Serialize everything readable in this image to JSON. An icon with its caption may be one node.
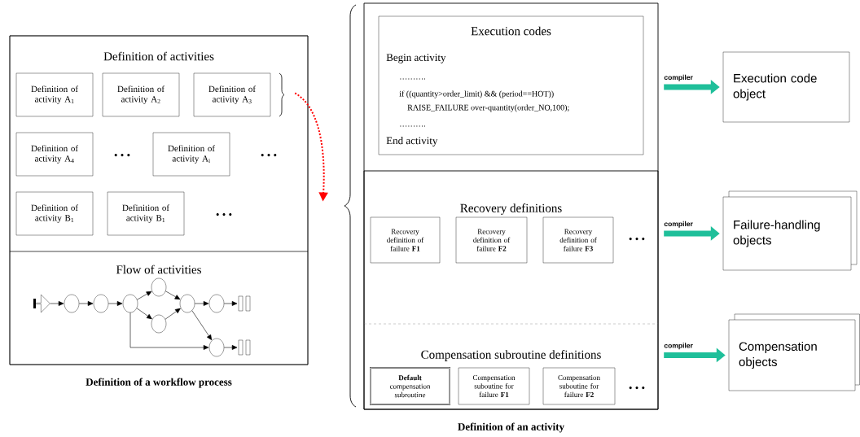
{
  "diagram": {
    "nodes": [
      {
        "text": [
          "Definition of a workflow process"
        ]
      },
      {
        "text": [
          "Definition of activities"
        ],
        "in": 0
      },
      {
        "text": [
          "Definition of activity A$_{1}$"
        ],
        "in": 1
      },
      {
        "text": [
          "Definition of activity A$_{2}$"
        ],
        "in": 1
      },
      {
        "text": [
          "Definition of activity A$_{3}$"
        ],
        "in": 1
      },
      {
        "text": [
          "Definition of activity A$_{4}$"
        ],
        "in": 1
      },
      {
        "text": [
          "Definition of activity A$_{i}$"
        ],
        "in": 1
      },
      {
        "text": [
          "Definition of activity B$_{1}$"
        ],
        "in": 1
      },
      {
        "text": [
          "Definition of activity B$_{1}$"
        ],
        "in": 1
      },
      {
        "text": [
          "Flow of activities"
        ],
        "in": 0
      },
      {
        "text": [],
        "shape": "arrow",
        "in": 9
      },
      {
        "text": [],
        "shape": "circle",
        "in": 9
      },
      {
        "text": [],
        "shape": "circle",
        "in": 9
      },
      {
        "text": [],
        "shape": "circle",
        "in": 9
      },
      {
        "text": [],
        "shape": "circle",
        "in": 9
      },
      {
        "text": [],
        "shape": "circle",
        "in": 9
      },
      {
        "text": [],
        "shape": "circle",
        "in": 9
      },
      {
        "text": [],
        "shape": "circle",
        "in": 9
      },
      {
        "text": [],
        "shape": "bar",
        "in": 9
      },
      {
        "text": [],
        "shape": "circle",
        "in": 9
      },
      {
        "text": [],
        "shape": "bar",
        "in": 9
      },
      {
        "text": [
          "Definition of an activity"
        ]
      },
      {
        "text": [
          "Execution codes",
          "Begin activity",
          "……….",
          "if ((quantity>order_limit) && (period==HOT))",
          "RAISE_FAILURE  over-quantity(order_NO,100);",
          "……….",
          "End activity"
        ],
        "in": 21
      },
      {
        "text": [
          "Recovery definitions"
        ],
        "in": 21
      },
      {
        "text": [
          "Recovery definition of failure **F1**"
        ],
        "in": 23
      },
      {
        "text": [
          "Recovery definition of failure **F2**"
        ],
        "in": 23
      },
      {
        "text": [
          "Recovery definition of failure **F3**"
        ],
        "in": 23
      },
      {
        "text": [
          "Compensation subroutine definitions"
        ],
        "in": 21
      },
      {
        "text": [
          "**Default** compensation subroutine"
        ],
        "in": 27
      },
      {
        "text": [
          "Compensation suboutine for failure **F1**"
        ],
        "in": 27
      },
      {
        "text": [
          "Compensation suboutine for failure **F2**"
        ],
        "in": 27
      },
      {
        "text": [
          "Execution code object"
        ]
      },
      {
        "text": [
          "Failure-handling objects"
        ]
      },
      {
        "text": [
          "Compensation objects"
        ]
      }
    ],
    "edges": [
      {
        "from": 10,
        "to": 11,
        "arrow": "to"
      },
      {
        "from": 11,
        "to": 12,
        "arrow": "to"
      },
      {
        "from": 12,
        "to": 13,
        "arrow": "to"
      },
      {
        "from": 13,
        "to": 14,
        "arrow": "to"
      },
      {
        "from": 13,
        "to": 15,
        "arrow": "to"
      },
      {
        "from": 14,
        "to": 16,
        "arrow": "to"
      },
      {
        "from": 15,
        "to": 16,
        "arrow": "to"
      },
      {
        "from": 16,
        "to": 17,
        "arrow": "to"
      },
      {
        "from": 17,
        "to": 18,
        "arrow": "to"
      },
      {
        "from": 13,
        "to": 19,
        "arrow": "to"
      },
      {
        "from": 16,
        "to": 19,
        "arrow": "to"
      },
      {
        "from": 19,
        "to": 20,
        "arrow": "to"
      },
      {
        "from": 4,
        "to": 21,
        "arrow": "to",
        "style": "dashed",
        "color": "#ff0000"
      },
      {
        "from": 22,
        "to": 31,
        "arrow": "to",
        "label": "compiler",
        "style": "thick",
        "color": "#1fbf9a"
      },
      {
        "from": 23,
        "to": 32,
        "arrow": "to",
        "label": "compiler",
        "style": "thick",
        "color": "#1fbf9a"
      },
      {
        "from": 27,
        "to": 33,
        "arrow": "to",
        "label": "compiler",
        "style": "thick",
        "color": "#1fbf9a"
      }
    ],
    "labels": [
      "• • •",
      "• • •",
      "• • •",
      "• • •",
      "• • •"
    ]
  }
}
